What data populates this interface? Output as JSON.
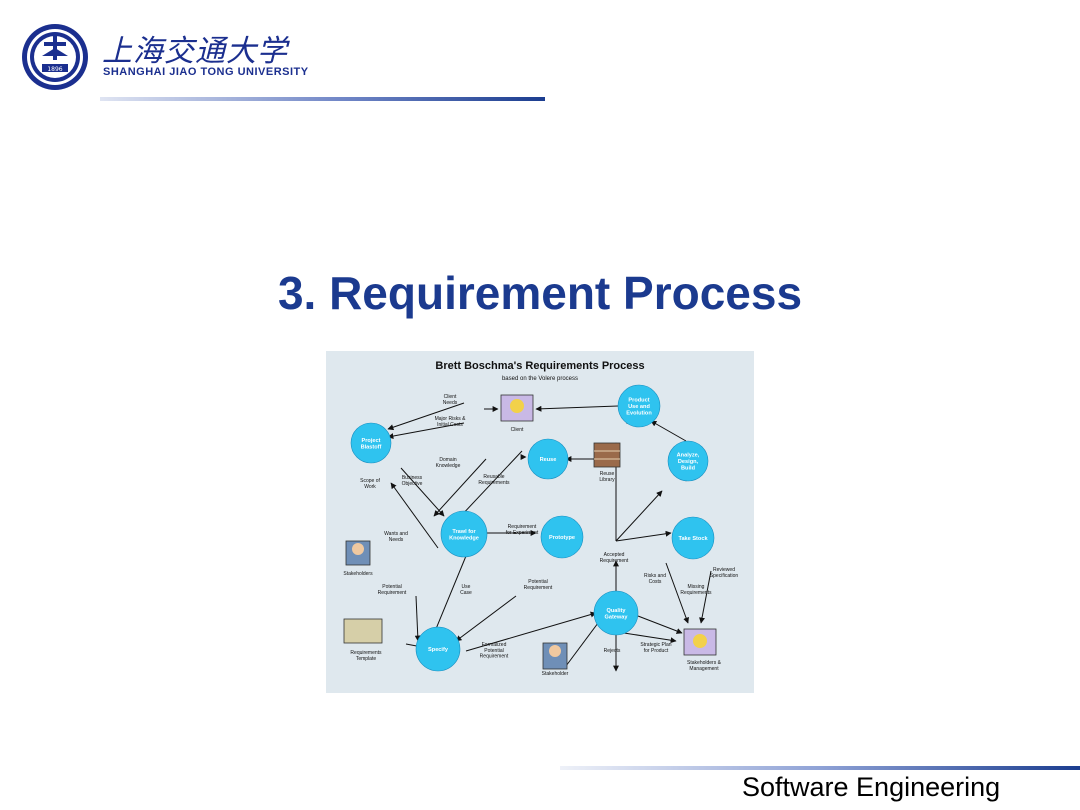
{
  "header": {
    "university_cn": "上海交通大学",
    "university_en": "SHANGHAI  JIAO TONG  UNIVERSITY",
    "logo_year": "1896"
  },
  "slide": {
    "title": "3. Requirement Process"
  },
  "diagram": {
    "title": "Brett Boschma's Requirements Process",
    "subtitle": "based on the Volere process",
    "nodes": {
      "project_blastoff": [
        "Project",
        "Blastoff"
      ],
      "reuse": [
        "Reuse"
      ],
      "product_use": [
        "Product",
        "Use and",
        "Evolution"
      ],
      "analyze": [
        "Analyze,",
        "Design,",
        "Build"
      ],
      "trawl": [
        "Trawl for",
        "Knowledge"
      ],
      "prototype": [
        "Prototype"
      ],
      "take_stock": [
        "Take Stock"
      ],
      "quality": [
        "Quality",
        "Gateway"
      ],
      "specify": [
        "Specify"
      ]
    },
    "labels": {
      "client_needs": [
        "Client",
        "Needs"
      ],
      "major_risks": [
        "Major Risks &",
        "Initial Costs"
      ],
      "client": [
        "Client"
      ],
      "domain_knowledge": [
        "Domain",
        "Knowledge"
      ],
      "business_objective": [
        "Business",
        "Objective"
      ],
      "reusable_requirements": [
        "Reusable",
        "Requirements"
      ],
      "reuse_library": [
        "Reuse",
        "Library"
      ],
      "scope_of_work": [
        "Scope of",
        "Work"
      ],
      "wants_needs": [
        "Wants and",
        "Needs"
      ],
      "stakeholders": [
        "Stakeholders"
      ],
      "req_experiment": [
        "Requirement",
        "for Experiment"
      ],
      "accepted_req": [
        "Accepted",
        "Requirement"
      ],
      "reviewed_spec": [
        "Reviewed",
        "Specification"
      ],
      "potential_req_left": [
        "Potential",
        "Requirement"
      ],
      "use_case": [
        "Use",
        "Case"
      ],
      "potential_req_mid": [
        "Potential",
        "Requirement"
      ],
      "risks_costs": [
        "Risks and",
        "Costs"
      ],
      "missing_req": [
        "Missing",
        "Requirements"
      ],
      "req_template": [
        "Requirements",
        "Template"
      ],
      "formalized": [
        "Formalized",
        "Potential",
        "Requirement"
      ],
      "rejects": [
        "Rejects"
      ],
      "strategic_plan": [
        "Strategic Plan",
        "for Product"
      ],
      "stakeholder": [
        "Stakeholder"
      ],
      "stakeholders_mgmt": [
        "Stakeholders &",
        "Management"
      ]
    }
  },
  "footer": {
    "label": "Software Engineering"
  },
  "colors": {
    "brand_blue": "#1b3a8f",
    "node_fill": "#2fc3ef",
    "diagram_bg": "#dfe8ee"
  }
}
